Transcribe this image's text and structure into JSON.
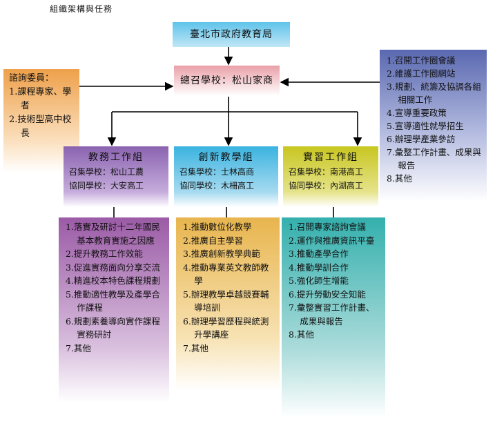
{
  "title": "組織架構與任務",
  "top_box": "臺北市政府教育局",
  "hq_box": "總召學校：松山家商",
  "advisors": {
    "heading": "諮詢委員：",
    "items": [
      "1.課程專家、學者",
      "2.技術型高中校長"
    ]
  },
  "hq_tasks": [
    "1.召開工作圈會議",
    "2.維護工作圈網站",
    "3.規劃、統籌及協調各組相關工作",
    "4.宣導重要政策",
    "5.宣導適性就學招生",
    "6.辦理學產業參訪",
    "7.彙整工作計畫、成果與報告",
    "8.其他"
  ],
  "groups": [
    {
      "name": "教務工作組",
      "convener": "召集學校：松山工農",
      "co": "協同學校：大安高工",
      "tasks": [
        "1.落實及研討十二年國民基本教育實施之因應",
        "2.提升教務工作效能",
        "3.促進實務面向分享交流",
        "4.精進校本特色課程規劃",
        "5.推動適性教學及產學合作課程",
        "6.規劃素養導向實作課程實務研討",
        "7.其他"
      ]
    },
    {
      "name": "創新教學組",
      "convener": "召集學校：士林高商",
      "co": "協同學校：木柵高工",
      "tasks": [
        "1.推動數位化教學",
        "2.推廣自主學習",
        "3.推廣創新教學典範",
        "4.推動專業英文教師教學",
        "5.辦理教學卓越競賽輔導培訓",
        "6.辦理學習歷程與統測升學講座",
        "7.其他"
      ]
    },
    {
      "name": "實習工作組",
      "convener": "召集學校：南港高工",
      "co": "協同學校：內湖高工",
      "tasks": [
        "1.召開專家諮詢會議",
        "2.運作與推廣資訊平臺",
        "3.推動產學合作",
        "4.推動學訓合作",
        "5.強化師生增能",
        "6.提升勞動安全知能",
        "7.彙整實習工作計畫、成果與報告",
        "8.其他"
      ]
    }
  ]
}
